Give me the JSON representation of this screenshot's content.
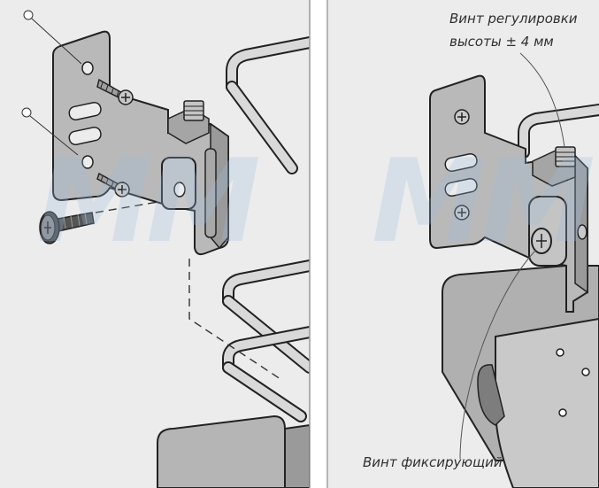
{
  "watermark": {
    "text": "MM",
    "color": "#9fc0df"
  },
  "annotations": {
    "height_adjust_line1": "Винт регулировки",
    "height_adjust_line2": "высоты ± 4 мм",
    "fixing_screw": "Винт фиксирующий"
  },
  "colors": {
    "panel_bg": "#ececec",
    "metal": "#b9b9b9",
    "metal_dark": "#8f8f8f",
    "outline": "#222222",
    "divider": "#9a9a9a"
  }
}
